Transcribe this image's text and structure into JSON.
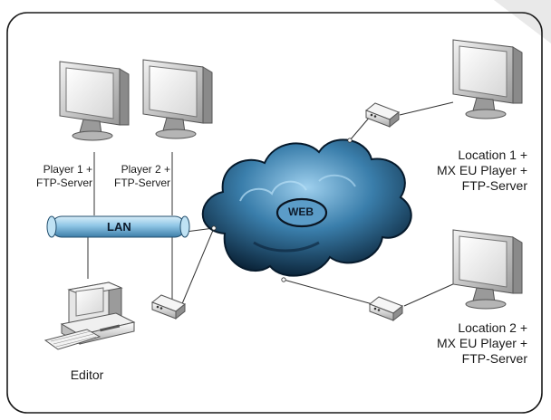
{
  "diagram": {
    "lan_label": "LAN",
    "web_label": "WEB",
    "nodes": {
      "player1": {
        "label": "Player 1 +\nFTP-Server",
        "icon": "monitor-icon"
      },
      "player2": {
        "label": "Player 2 +\nFTP-Server",
        "icon": "monitor-icon"
      },
      "editor": {
        "label": "Editor",
        "icon": "desktop-computer-icon"
      },
      "location1": {
        "label": "Location 1 +\nMX EU Player +\nFTP-Server",
        "icon": "monitor-icon"
      },
      "location2": {
        "label": "Location 2 +\nMX EU Player +\nFTP-Server",
        "icon": "monitor-icon"
      }
    },
    "colors": {
      "frame": "#1a1a1a",
      "lan_pipe": "#8fc6e6",
      "cloud_dark": "#0b2a44",
      "cloud_light": "#7fb8dc",
      "link": "#333333"
    }
  }
}
